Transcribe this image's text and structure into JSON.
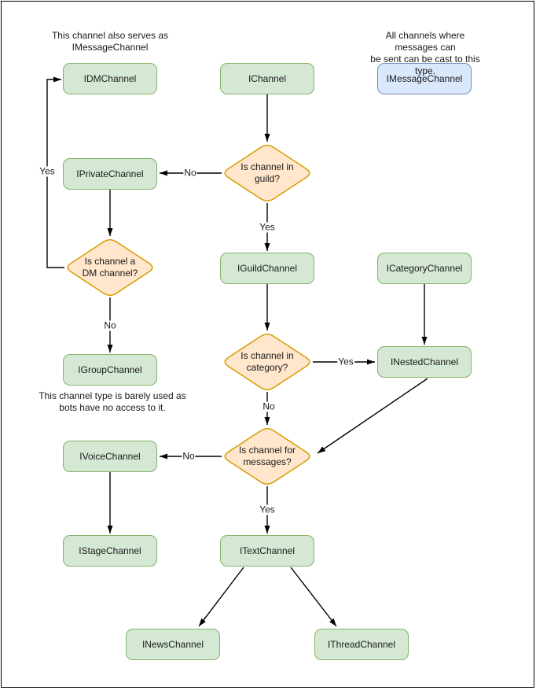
{
  "colors": {
    "node_fill": "#d5e8d4",
    "node_stroke": "#82b366",
    "message_node_fill": "#dae8fc",
    "message_node_stroke": "#6c8ebf",
    "decision_fill": "#ffe6cc",
    "decision_stroke": "#d79b00",
    "connector": "#000000",
    "text": "#1a1a1a",
    "background": "#ffffff"
  },
  "nodes": {
    "idm": "IDMChannel",
    "channel": "IChannel",
    "message": "IMessageChannel",
    "private": "IPrivateChannel",
    "guild": "IGuildChannel",
    "category": "ICategoryChannel",
    "group": "IGroupChannel",
    "nested": "INestedChannel",
    "voice": "IVoiceChannel",
    "stage": "IStageChannel",
    "text": "ITextChannel",
    "news": "INewsChannel",
    "thread": "IThreadChannel"
  },
  "decisions": {
    "in_guild": "Is channel in\nguild?",
    "is_dm": "Is channel a\nDM channel?",
    "in_category": "Is channel in\ncategory?",
    "for_messages": "Is channel for\nmessages?"
  },
  "edge_labels": {
    "yes": "Yes",
    "no": "No"
  },
  "notes": {
    "dm_note": "This channel also serves as\nIMessageChannel",
    "message_note": "All channels where messages can\nbe sent can be cast to this type.",
    "group_note": "This channel type is barely used as\nbots have no access to it."
  }
}
